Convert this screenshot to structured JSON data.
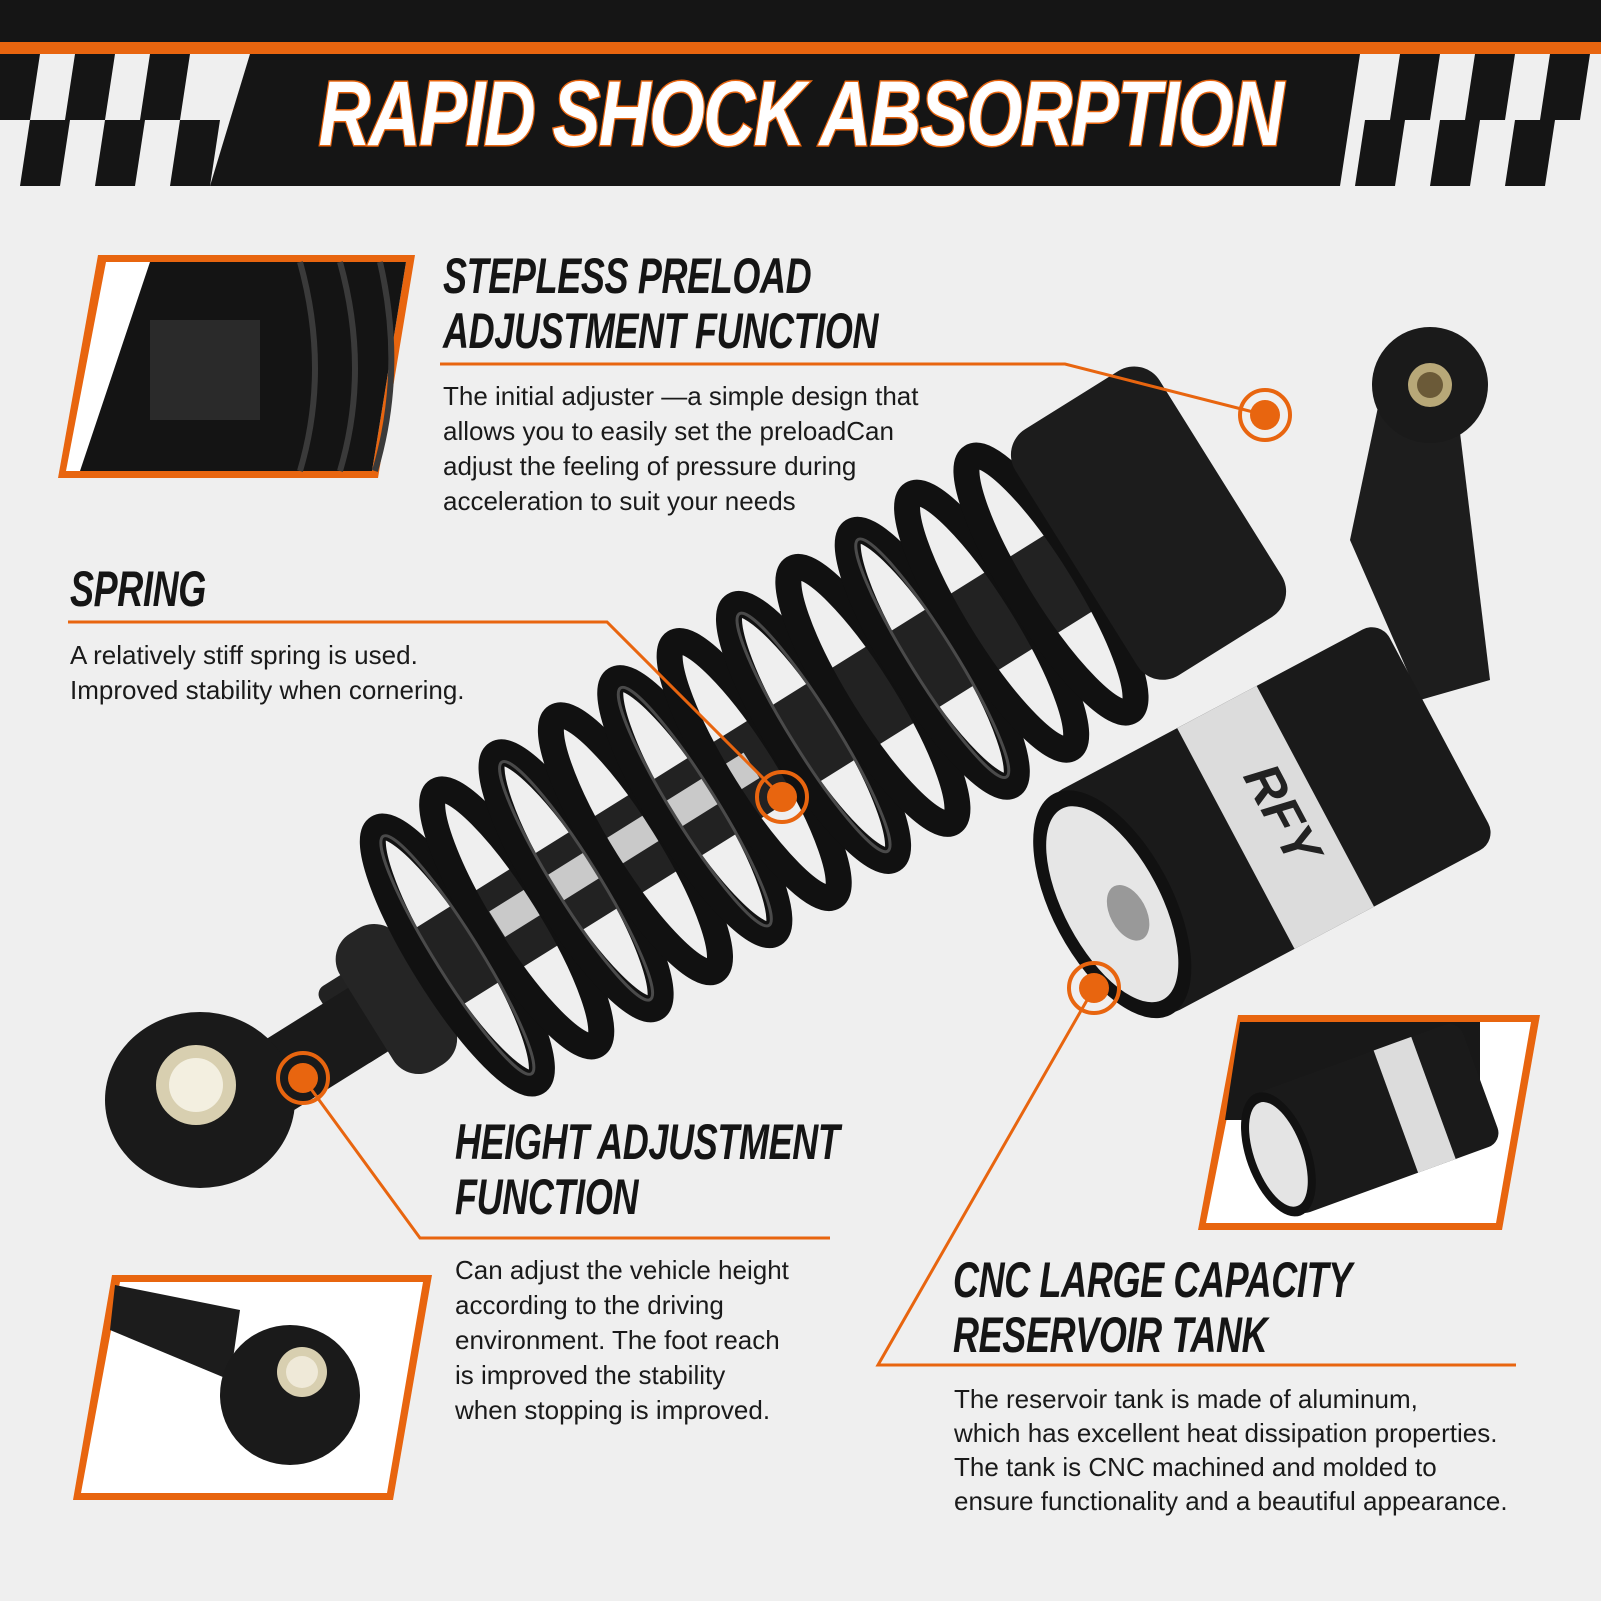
{
  "header": {
    "title": "RAPID SHOCK ABSORPTION"
  },
  "colors": {
    "accent": "#e8650f",
    "dark": "#151515",
    "background": "#efefef"
  },
  "features": [
    {
      "title_lines": [
        "STEPLESS PRELOAD",
        "ADJUSTMENT FUNCTION"
      ],
      "body_lines": [
        "The initial adjuster —a simple design that",
        "allows you to easily set the preloadCan",
        "adjust the feeling of pressure during",
        "acceleration to suit your needs"
      ]
    },
    {
      "title_lines": [
        "SPRING"
      ],
      "body_lines": [
        "A relatively stiff spring is used.",
        "Improved stability when cornering."
      ]
    },
    {
      "title_lines": [
        "HEIGHT ADJUSTMENT",
        "FUNCTION"
      ],
      "body_lines": [
        "Can adjust the vehicle height",
        "according to the driving",
        "environment. The foot reach",
        "is improved the stability",
        "when stopping is improved."
      ]
    },
    {
      "title_lines": [
        "CNC LARGE CAPACITY",
        "RESERVOIR TANK"
      ],
      "body_lines": [
        "The reservoir tank is made of aluminum,",
        "which has excellent heat dissipation properties.",
        "The tank is CNC machined and molded to",
        "ensure functionality and a beautiful appearance."
      ]
    }
  ],
  "product_logo": "RFY"
}
